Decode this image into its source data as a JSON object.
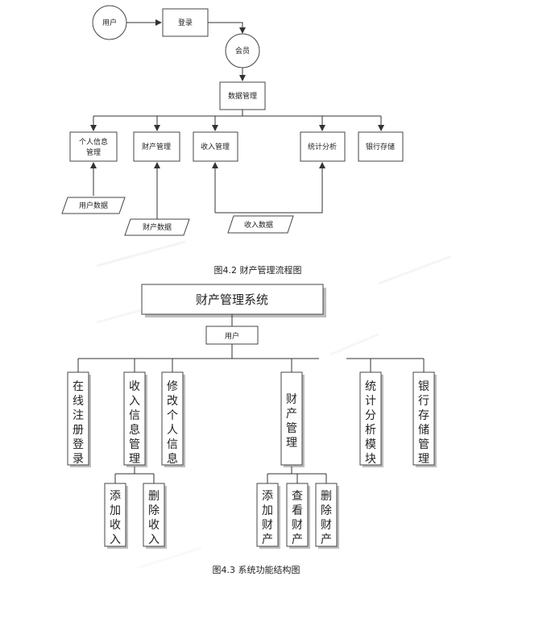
{
  "flow": {
    "user": "用户",
    "login": "登录",
    "member": "会员",
    "data_mgmt": "数据管理",
    "personal_info": [
      "个人信息",
      "管理"
    ],
    "property_mgmt": "财产管理",
    "income_mgmt": "收入管理",
    "stats": "统计分析",
    "bank_storage": "银行存储",
    "user_data": "用户数据",
    "property_data": "财产数据",
    "income_data": "收入数据",
    "caption": "图4.2  财产管理流程图"
  },
  "structure": {
    "title": "财产管理系统",
    "user": "用户",
    "modules": [
      "在线注册登录",
      "收入信息管理",
      "修改个人信息",
      "财产管理",
      "统计分析模块",
      "银行存储管理"
    ],
    "income_children": [
      "添加收入",
      "删除收入"
    ],
    "property_children": [
      "添加财产",
      "查看财产",
      "删除财产"
    ],
    "caption": "图4.3  系统功能结构图"
  }
}
